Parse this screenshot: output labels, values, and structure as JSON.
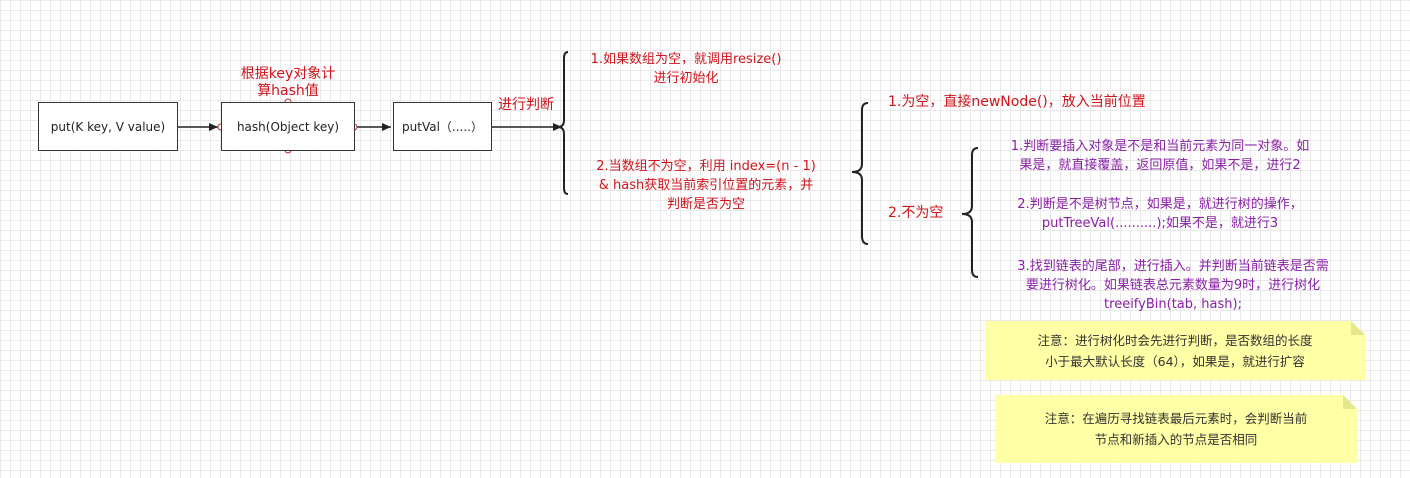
{
  "flow": {
    "put_label": "put(K key, V value)",
    "hash_label": "hash(Object key)",
    "putval_label": "putVal（.....）",
    "hash_caption_line1": "根据key对象计",
    "hash_caption_line2": "算hash值",
    "judge_label": "进行判断"
  },
  "branch1": {
    "empty_line1": "1.如果数组为空，就调用resize()",
    "empty_line2": "进行初始化",
    "nonempty_line1": "2.当数组不为空，利用 index=(n - 1)",
    "nonempty_line2": "& hash获取当前索引位置的元素，并",
    "nonempty_line3": "判断是否为空"
  },
  "branch2": {
    "is_empty": "1.为空，直接newNode()，放入当前位置",
    "not_empty": "2.不为空"
  },
  "branch3": {
    "step1_line1": "1.判断要插入对象是不是和当前元素为同一对象。如",
    "step1_line2": "果是，就直接覆盖，返回原值，如果不是，进行2",
    "step2_line1": "2.判断是不是树节点，如果是，就进行树的操作，",
    "step2_line2": "putTreeVal(..........);如果不是，就进行3",
    "step3_line1": "3.找到链表的尾部，进行插入。并判断当前链表是否需",
    "step3_line2": "要进行树化。如果链表总元素数量为9时，进行树化",
    "step3_line3": "treeifyBin(tab, hash);"
  },
  "notes": {
    "note1_line1": "注意：进行树化时会先进行判断，是否数组的长度",
    "note1_line2": "小于最大默认长度（64），如果是，就进行扩容",
    "note2_line1": "注意：在遍历寻找链表最后元素时，会判断当前",
    "note2_line2": "节点和新插入的节点是否相同"
  },
  "colors": {
    "red_text": "#d0141c",
    "purple_text": "#8a1fa6",
    "note_fill": "#ffffa6",
    "line": "#222222"
  }
}
